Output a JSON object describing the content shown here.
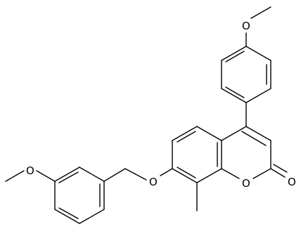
{
  "structure": {
    "atom_labels": {
      "o_methoxy_top": "O",
      "o_ring": "O",
      "o_carbonyl": "O",
      "o_ether_benzyloxy": "O",
      "o_methoxy_left": "O"
    }
  }
}
